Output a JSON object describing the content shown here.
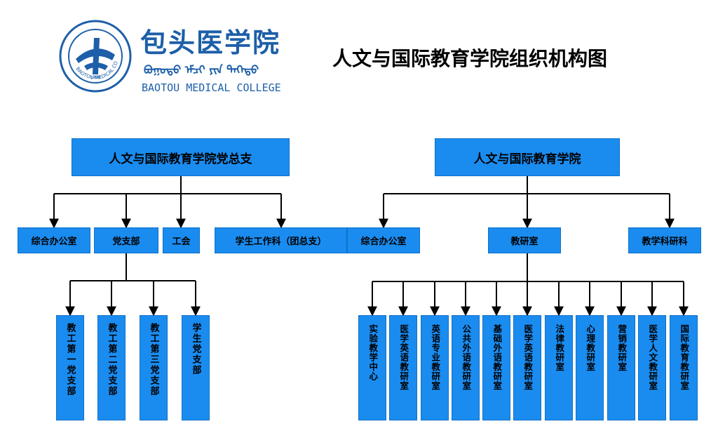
{
  "logo": {
    "cn_name": "包头医学院",
    "mn_name": "ᠪᠣᠭᠣᠲᠣ ᠡᠮᠴᠢ ᠶᠢᠨ ᠳᠡᠭᠡᠳᠦ",
    "en_name": "BAOTOU MEDICAL COLLEGE",
    "seal_year": "1958",
    "seal_text": "BAOTOU MEDICAL COLLEGE"
  },
  "title": "人文与国际教育学院组织机构图",
  "colors": {
    "box": "#1a8cf0",
    "logo": "#1d5fa8",
    "line": "#000000"
  },
  "left_tree": {
    "root": "人文与国际教育学院党总支",
    "level1": [
      "综合办公室",
      "党支部",
      "工会",
      "学生工作科（团总支）"
    ],
    "branches": [
      "教工第一党支部",
      "教工第二党支部",
      "教工第三党支部",
      "学生党支部"
    ]
  },
  "right_tree": {
    "root": "人文与国际教育学院",
    "level1": [
      "综合办公室",
      "教研室",
      "教学科研科"
    ],
    "branches": [
      "实验教学中心",
      "医学英语教研室",
      "英语专业教研室",
      "公共外语教研室",
      "基础外语教研室",
      "医学英语教研室",
      "法律教研室",
      "心理教研室",
      "营销教研室",
      "医学人文教研室",
      "国际教育教研室"
    ]
  }
}
